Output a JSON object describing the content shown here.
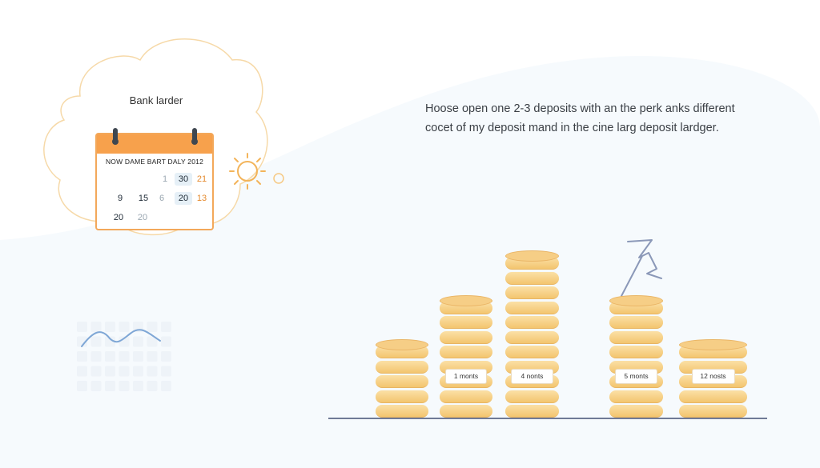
{
  "cloud": {
    "title": "Bank larder"
  },
  "calendar": {
    "header": "NOW DAME BART  DALY 2012",
    "cells": [
      {
        "text": "1",
        "style": "muted"
      },
      {
        "text": "30",
        "style": "highlight"
      },
      {
        "text": "21",
        "style": "orange"
      },
      {
        "text": "9",
        "style": "plain"
      },
      {
        "text": "15",
        "style": "plain"
      },
      {
        "text": "6",
        "style": "muted"
      },
      {
        "text": "20",
        "style": "highlight"
      },
      {
        "text": "13",
        "style": "orange"
      },
      {
        "text": "20",
        "style": "plain"
      },
      {
        "text": "20",
        "style": "muted"
      }
    ]
  },
  "headline": {
    "line1": "Hoose open one 2-3 deposits with an the perk anks different",
    "line2": "cocet of my deposit mand in the cine larg deposit lardger."
  },
  "stacks": [
    {
      "coins": 5,
      "label": ""
    },
    {
      "coins": 8,
      "label": "1 monts"
    },
    {
      "coins": 11,
      "label": "4 nonts"
    },
    {
      "coins": 8,
      "label": "5 monts"
    },
    {
      "coins": 5,
      "label": "12 nosts"
    }
  ],
  "colors": {
    "accent": "#f7a14c",
    "coin": "#f3c56f",
    "line_icon": "#7fa7d6",
    "baseline": "#6f7a96"
  }
}
